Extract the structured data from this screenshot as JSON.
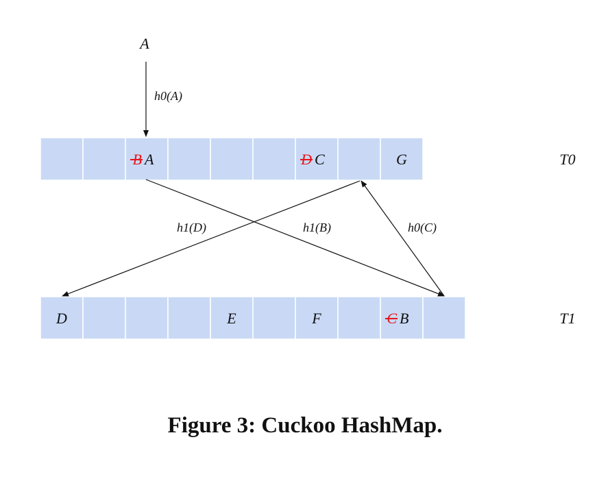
{
  "key_a": "A",
  "labels": {
    "h0_a": "h0(A)",
    "h1_d": "h1(D)",
    "h1_b": "h1(B)",
    "h0_c": "h0(C)"
  },
  "tables": {
    "t0": {
      "name": "T0",
      "cells": [
        {
          "struck": "",
          "value": ""
        },
        {
          "struck": "",
          "value": ""
        },
        {
          "struck": "B",
          "value": "A"
        },
        {
          "struck": "",
          "value": ""
        },
        {
          "struck": "",
          "value": ""
        },
        {
          "struck": "",
          "value": ""
        },
        {
          "struck": "D",
          "value": "C"
        },
        {
          "struck": "",
          "value": ""
        },
        {
          "struck": "",
          "value": "G"
        }
      ]
    },
    "t1": {
      "name": "T1",
      "cells": [
        {
          "struck": "",
          "value": "D"
        },
        {
          "struck": "",
          "value": ""
        },
        {
          "struck": "",
          "value": ""
        },
        {
          "struck": "",
          "value": ""
        },
        {
          "struck": "",
          "value": "E"
        },
        {
          "struck": "",
          "value": ""
        },
        {
          "struck": "",
          "value": "F"
        },
        {
          "struck": "",
          "value": ""
        },
        {
          "struck": "C",
          "value": "B"
        },
        {
          "struck": "",
          "value": ""
        }
      ]
    }
  },
  "caption": "Figure 3: Cuckoo HashMap.",
  "colors": {
    "cell_fill": "#c9d9f5",
    "cell_border": "#ffffff",
    "strike": "#e8151b"
  }
}
